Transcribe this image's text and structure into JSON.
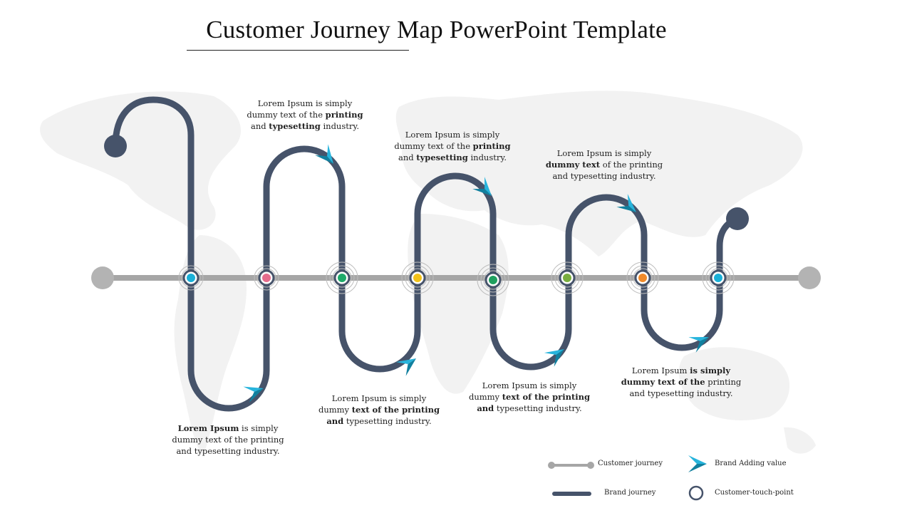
{
  "title": "Customer Journey Map PowerPoint Template",
  "colors": {
    "brand_journey": "#46536a",
    "customer_journey": "#a6a6a6",
    "arrow": "#1aa6cf",
    "arrow_dark": "#11809f",
    "map": "#f1f1f1"
  },
  "touchpoints": [
    {
      "color": "#1ab0d8"
    },
    {
      "color": "#e56b8c"
    },
    {
      "color": "#1faa6a"
    },
    {
      "color": "#f2c21a"
    },
    {
      "color": "#1f9f5f"
    },
    {
      "color": "#79ad3e"
    },
    {
      "color": "#f08a2a"
    },
    {
      "color": "#1ab0d8"
    }
  ],
  "notes": [
    {
      "p1": "Lorem Ipsum is simply",
      "p2": "dummy text of the ",
      "p3": "printing",
      "p4": "and ",
      "p5": "typesetting",
      "p6": " industry."
    },
    {
      "p1": "Lorem Ipsum is simply",
      "p2": "dummy text of the ",
      "p3": "printing",
      "p4": "and ",
      "p5": "typesetting",
      "p6": " industry."
    },
    {
      "p1": "Lorem Ipsum is simply",
      "p2": "dummy text",
      "p3": " of the printing",
      "p4": "and typesetting industry."
    },
    {
      "p1": "Lorem Ipsum",
      "p2": " is simply",
      "p3": "dummy text of the printing",
      "p4": "and typesetting industry."
    },
    {
      "p1": "Lorem Ipsum is simply",
      "p2": "dummy ",
      "p3": "text of the printing",
      "p4": "and",
      "p5": " typesetting industry."
    },
    {
      "p1": "Lorem Ipsum is simply",
      "p2": "dummy ",
      "p3": "text of the printing",
      "p4": "and",
      "p5": " typesetting industry."
    },
    {
      "p1": "Lorem Ipsum ",
      "p2": "is simply",
      "p3": "dummy text of the",
      "p4": " printing",
      "p5": "and typesetting industry."
    }
  ],
  "legend": {
    "customer_journey": "Customer journey",
    "brand_adding_value": "Brand Adding value",
    "brand_journey": "Brand journey",
    "customer_touch_point": "Customer-touch-point"
  }
}
